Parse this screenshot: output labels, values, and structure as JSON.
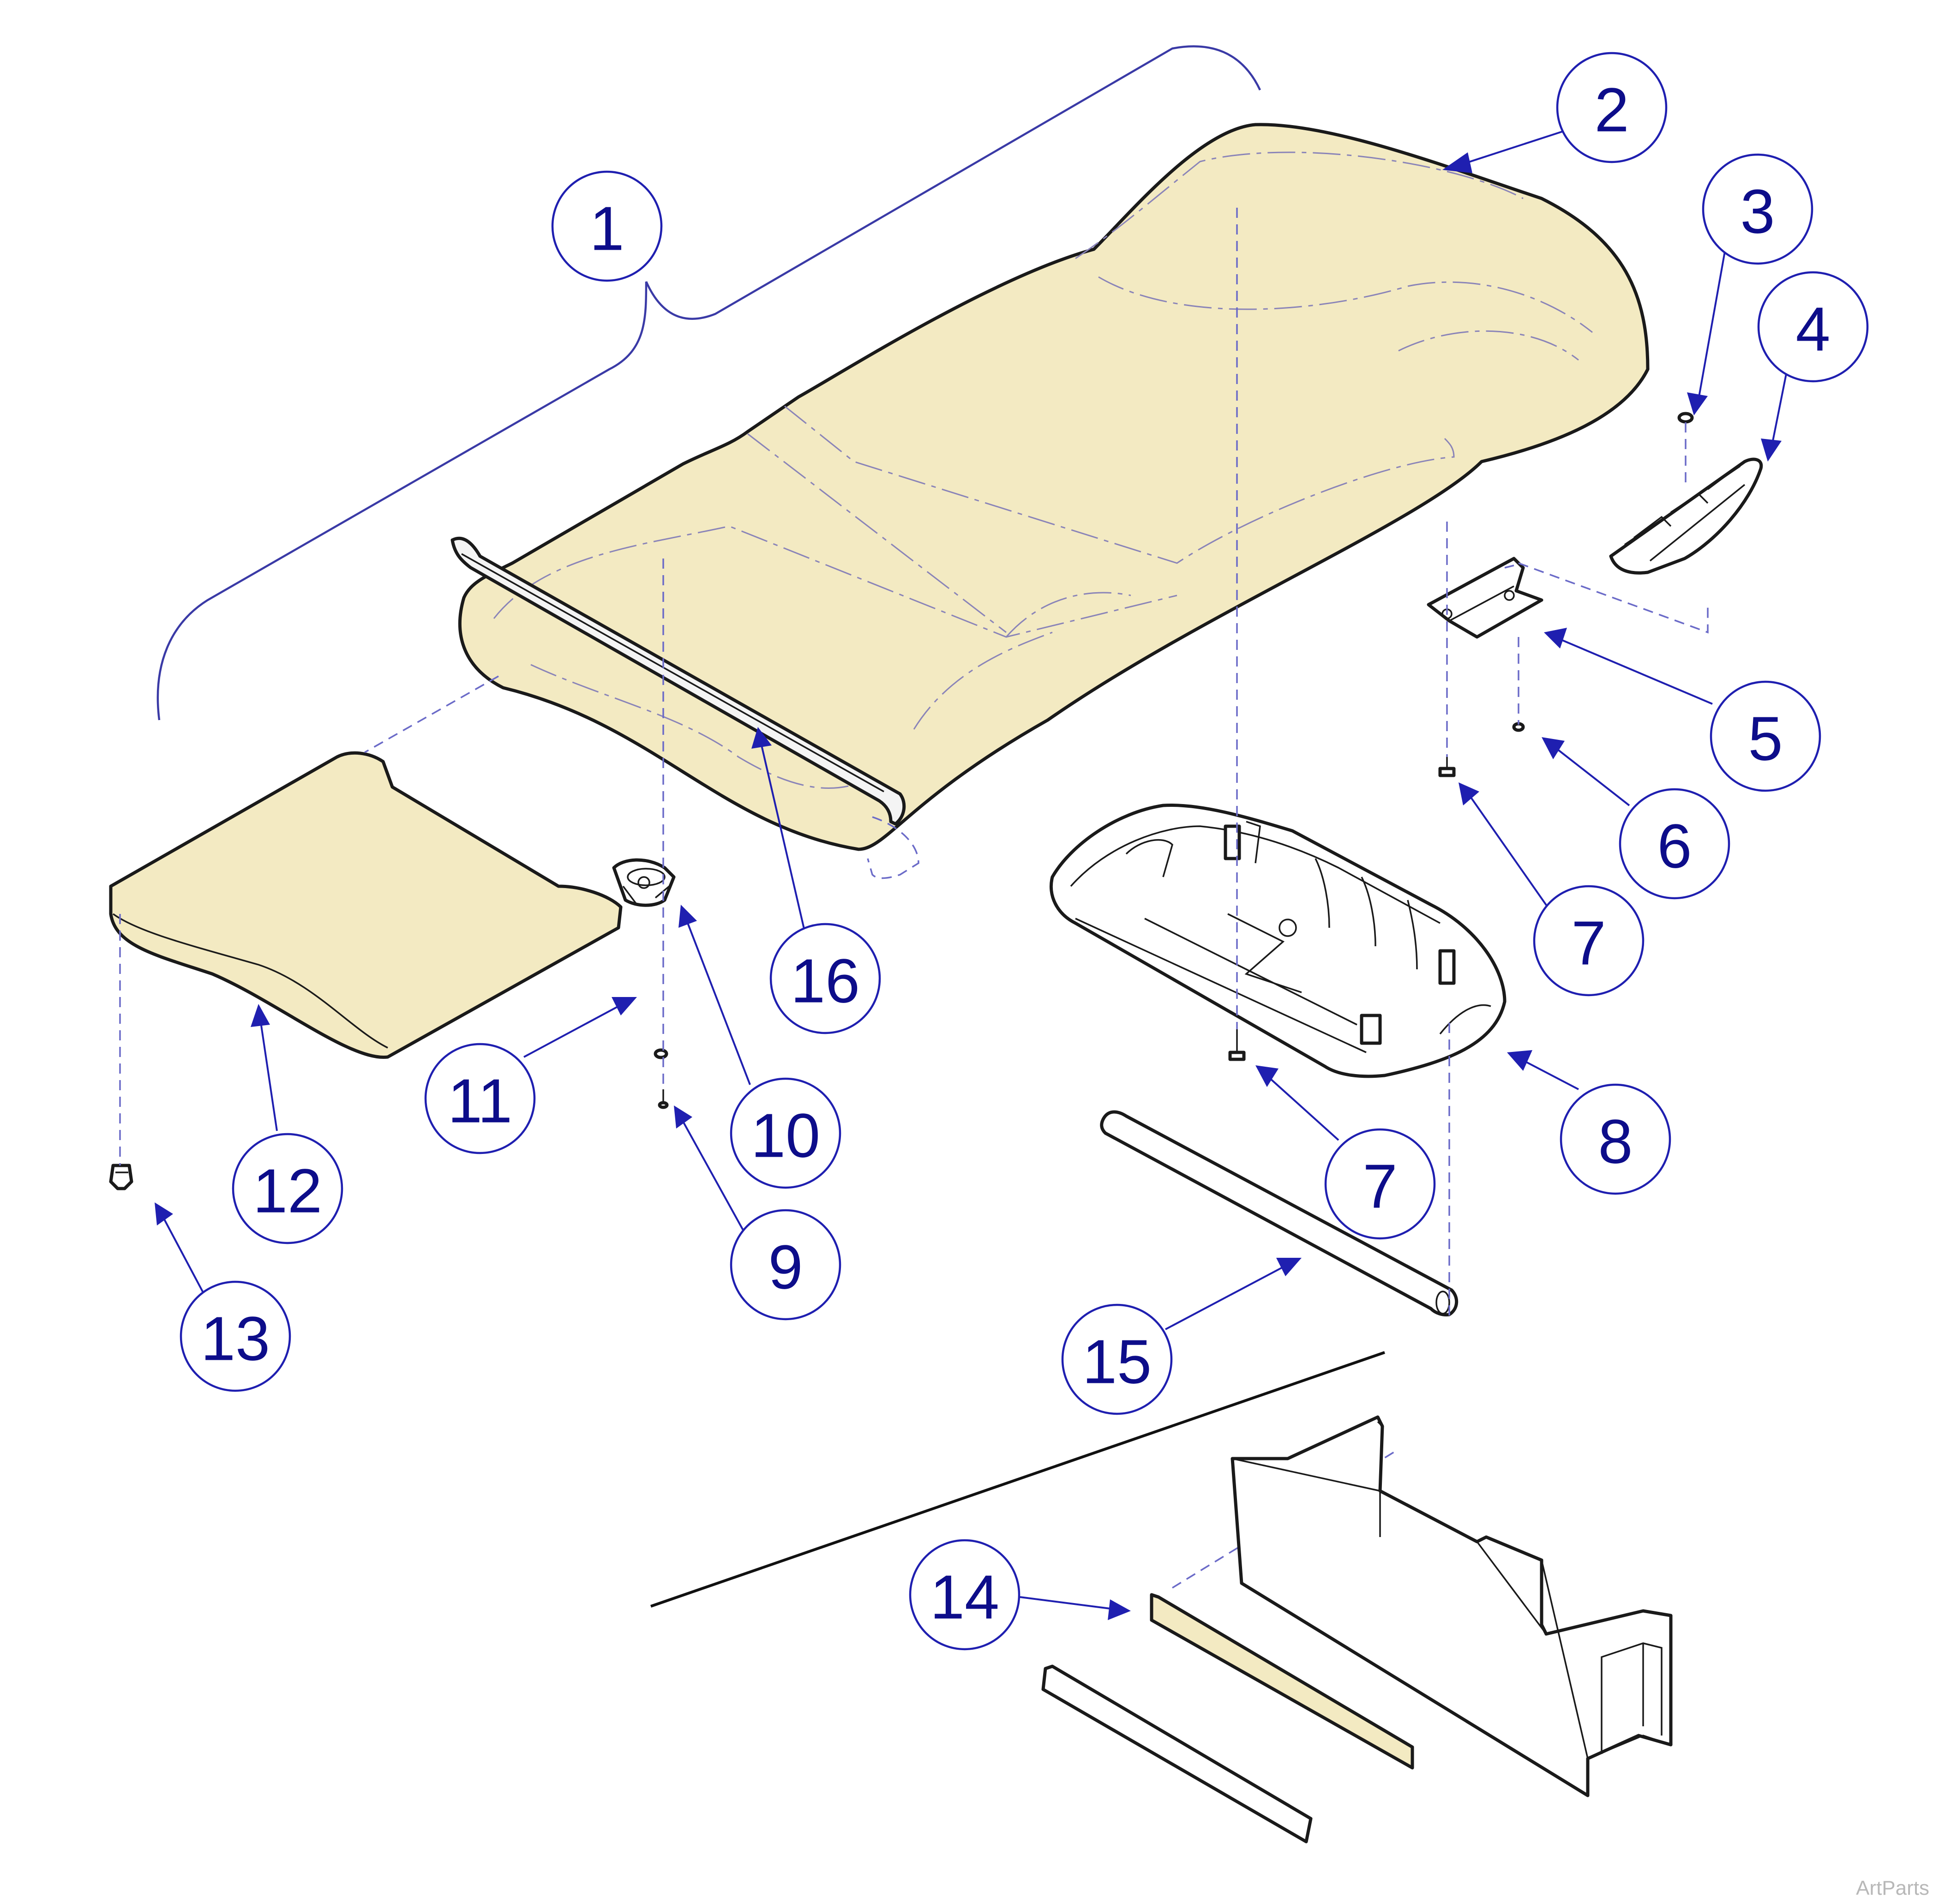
{
  "callouts": [
    {
      "num": "1"
    },
    {
      "num": "2"
    },
    {
      "num": "3"
    },
    {
      "num": "4"
    },
    {
      "num": "5"
    },
    {
      "num": "6"
    },
    {
      "num": "7"
    },
    {
      "num": "7"
    },
    {
      "num": "8"
    },
    {
      "num": "9"
    },
    {
      "num": "10"
    },
    {
      "num": "11"
    },
    {
      "num": "12"
    },
    {
      "num": "13"
    },
    {
      "num": "14"
    },
    {
      "num": "15"
    },
    {
      "num": "16"
    }
  ],
  "watermark": "ArtParts",
  "colors": {
    "upholstery": "#f3eac2",
    "callout": "#1f1fb0",
    "outline": "#1a1a1a"
  }
}
